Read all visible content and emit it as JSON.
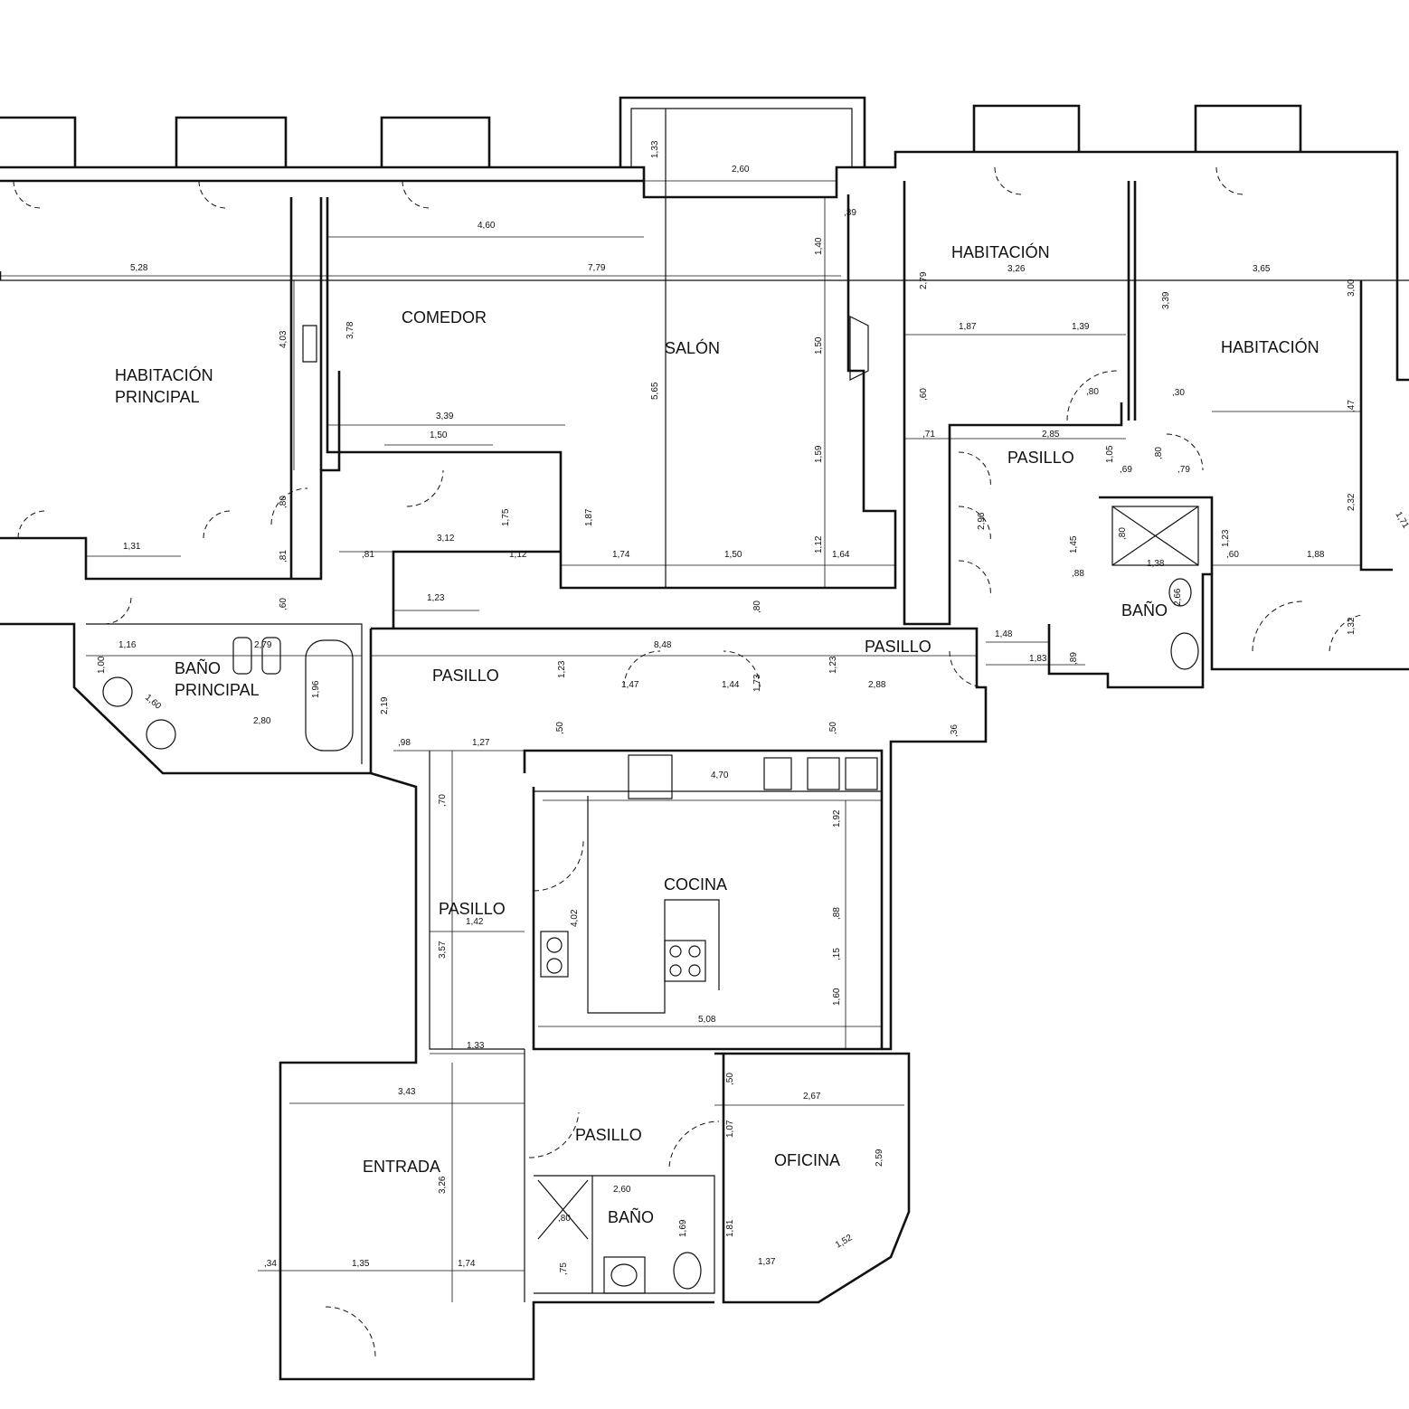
{
  "rooms": {
    "habitacion_principal_1": "HABITACIÓN",
    "habitacion_principal_2": "PRINCIPAL",
    "comedor": "COMEDOR",
    "salon": "SALÓN",
    "habitacion_a": "HABITACIÓN",
    "habitacion_b": "HABITACIÓN",
    "pasillo_1": "PASILLO",
    "pasillo_2": "PASILLO",
    "pasillo_3": "PASILLO",
    "pasillo_4": "PASILLO",
    "pasillo_5": "PASILLO",
    "bano_1": "BAÑO",
    "bano_2": "BAÑO",
    "bano_principal_1": "BAÑO",
    "bano_principal_2": "PRINCIPAL",
    "cocina": "COCINA",
    "entrada": "ENTRADA",
    "oficina": "OFICINA"
  },
  "dimensions": {
    "d_528": "5,28",
    "d_779": "7,79",
    "d_460": "4,60",
    "d_260a": "2,60",
    "d_133a": "1,33",
    "d_039": ",39",
    "d_140": "1,40",
    "d_150v": "1,50",
    "d_159": "1,59",
    "d_112v": "1,12",
    "d_403": "4,03",
    "d_378": "3,78",
    "d_565": "5,65",
    "d_339": "3,39",
    "d_150h": "1,50",
    "d_312": "3,12",
    "d_175": "1,75",
    "d_187v": "1,87",
    "d_174": "1,74",
    "d_150c": "1,50",
    "d_164": "1,64",
    "d_112h": "1,12",
    "d_081a": ",81",
    "d_123a": "1,23",
    "d_080a": ",80",
    "d_081b": ",81",
    "d_060a": ",60",
    "d_131": "1,31",
    "d_116": "1,16",
    "d_279a": "2,79",
    "d_100": "1,00",
    "d_160": "1,60",
    "d_280": "2,80",
    "d_196": "1,96",
    "d_219": "2,19",
    "d_848": "8,48",
    "d_123b": "1,23",
    "d_147": "1,47",
    "d_144": "1,44",
    "d_173": "1,73",
    "d_123c": "1,23",
    "d_288": "2,88",
    "d_050a": ",50",
    "d_050b": ",50",
    "d_036": ",36",
    "d_080b": ",80",
    "d_098": ",98",
    "d_127": "1,27",
    "d_070": ",70",
    "d_470": "4,70",
    "d_192": "1,92",
    "d_402": "4,02",
    "d_142": "1,42",
    "d_357": "3,57",
    "d_088": ",88",
    "d_015": ",15",
    "d_160k": "1,60",
    "d_508": "5,08",
    "d_133b": "1,33",
    "d_343": "3,43",
    "d_050c": ",50",
    "d_267": "2,67",
    "d_107": "1,07",
    "d_259": "2,59",
    "d_326": "3,26",
    "d_260b": "2,60",
    "d_080c": ",80",
    "d_169": "1,69",
    "d_181": "1,81",
    "d_137": "1,37",
    "d_152": "1,52",
    "d_075": ",75",
    "d_034": ",34",
    "d_135": "1,35",
    "d_174b": "1,74",
    "d_326h": "3,26",
    "d_279b": "2,79",
    "d_187h": "1,87",
    "d_139": "1,39",
    "d_060b": ",60",
    "d_080d": ",80",
    "d_071": ",71",
    "d_285": "2,85",
    "d_105": "1,05",
    "d_069": ",69",
    "d_080e": ",80",
    "d_079": ",79",
    "d_296": "2,96",
    "d_145": "1,45",
    "d_080f": ",80",
    "d_088b": ",88",
    "d_138": "1,38",
    "d_266": "2,66",
    "d_148": "1,48",
    "d_183": "1,83",
    "d_089": ",89",
    "d_365": "3,65",
    "d_300": "3,00",
    "d_339b": "3,39",
    "d_030": ",30",
    "d_047": ",47",
    "d_232": "2,32",
    "d_123d": "1,23",
    "d_060c": ",60",
    "d_188": "1,88",
    "d_132": "1,32",
    "d_171": "1,71"
  }
}
